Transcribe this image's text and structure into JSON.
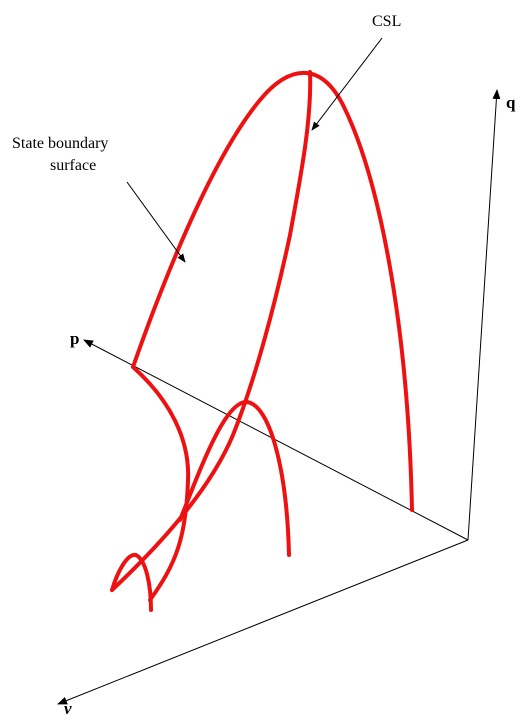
{
  "colors": {
    "surface": "#ee1111",
    "ink": "#000000",
    "background": "#ffffff"
  },
  "axes": {
    "p_label": "p",
    "q_label": "q",
    "v_label": "v"
  },
  "annotations": {
    "csl_label": "CSL",
    "state_boundary_line1": "State boundary",
    "state_boundary_line2": "surface"
  }
}
